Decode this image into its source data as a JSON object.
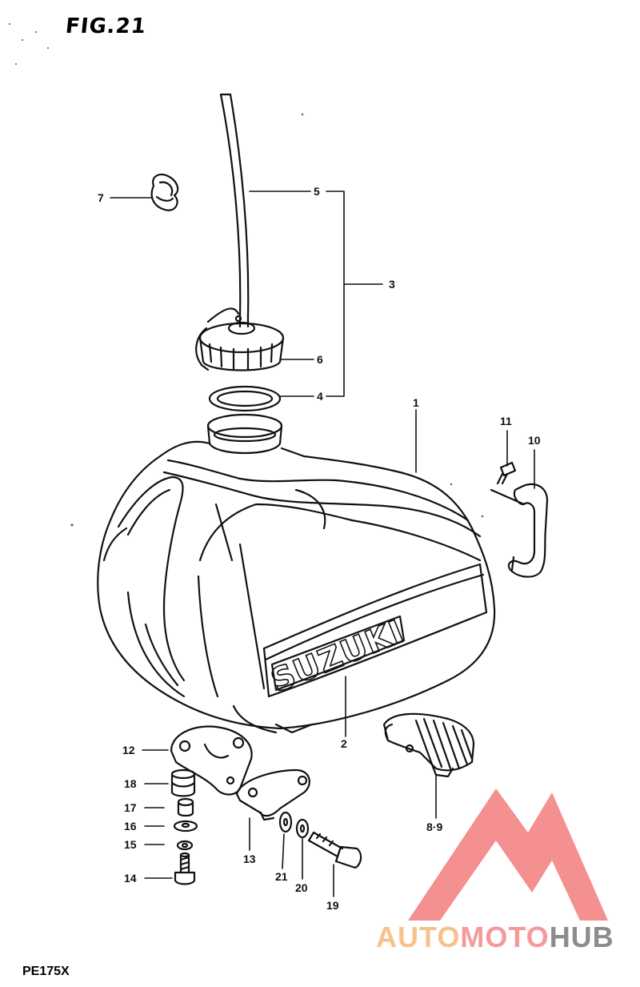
{
  "figure": {
    "title": "FIG.21",
    "model": "PE175X"
  },
  "callouts": [
    {
      "id": "c1",
      "text": "1"
    },
    {
      "id": "c2",
      "text": "2"
    },
    {
      "id": "c3",
      "text": "3"
    },
    {
      "id": "c4",
      "text": "4"
    },
    {
      "id": "c5",
      "text": "5"
    },
    {
      "id": "c6",
      "text": "6"
    },
    {
      "id": "c7",
      "text": "7"
    },
    {
      "id": "c89",
      "text": "8·9"
    },
    {
      "id": "c10",
      "text": "10"
    },
    {
      "id": "c11",
      "text": "11"
    },
    {
      "id": "c12",
      "text": "12"
    },
    {
      "id": "c13",
      "text": "13"
    },
    {
      "id": "c14",
      "text": "14"
    },
    {
      "id": "c15",
      "text": "15"
    },
    {
      "id": "c16",
      "text": "16"
    },
    {
      "id": "c17",
      "text": "17"
    },
    {
      "id": "c18",
      "text": "18"
    },
    {
      "id": "c19",
      "text": "19"
    },
    {
      "id": "c20",
      "text": "20"
    },
    {
      "id": "c21",
      "text": "21"
    }
  ],
  "tank_lettering": "SUZUKI",
  "watermark": {
    "part1": "AUTO",
    "part2": "MOTO",
    "part3": "HUB",
    "color_a": "#f7c28a",
    "color_b": "#f59a9a",
    "color_c": "#8c8c8c"
  },
  "colors": {
    "ink": "#111111",
    "watermark_red": "#f26b6b"
  }
}
